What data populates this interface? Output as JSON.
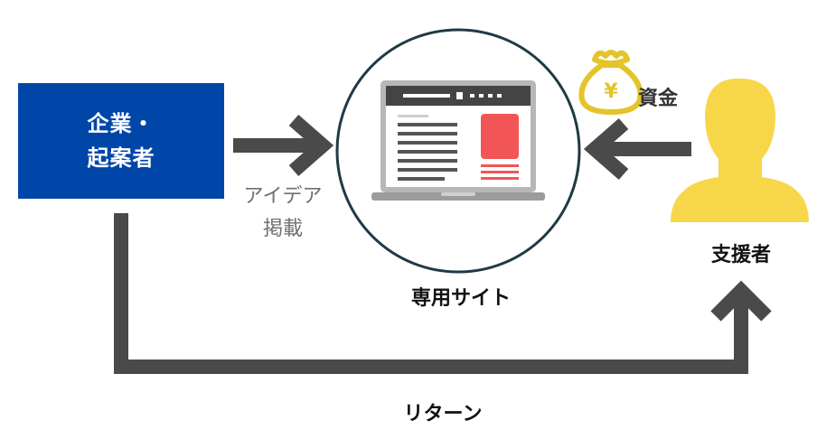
{
  "company": {
    "line1": "企業・",
    "line2": "起案者"
  },
  "idea_label": {
    "line1": "アイデア",
    "line2": "掲載"
  },
  "site_label": "専用サイト",
  "supporter_label": "支援者",
  "funds_label": "資金",
  "return_label": "リターン",
  "money_bag_symbol": "¥",
  "icons": [
    "laptop-icon",
    "money-bag-icon",
    "person-icon"
  ],
  "colors": {
    "company_box": "#0046a8",
    "arrow": "#4a4a4a",
    "circle_border": "#1f3a45",
    "person": "#f7d64a",
    "money_bag": "#e3c42a",
    "laptop_screen_card": "#f25555"
  }
}
